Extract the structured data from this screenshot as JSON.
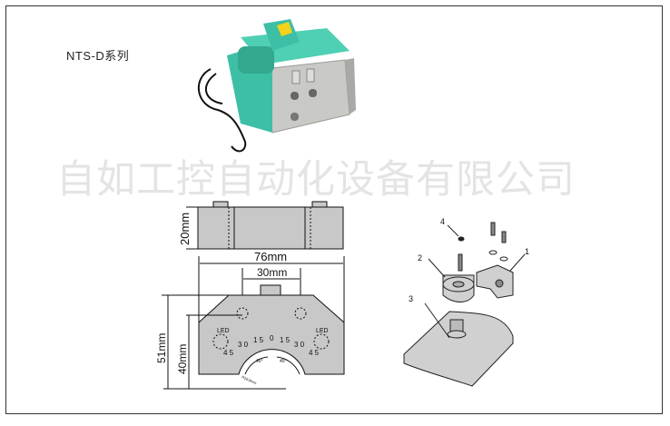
{
  "title": "NTS-D系列",
  "watermark": "自如工控自动化设备有限公司",
  "dimensions": {
    "height_top": "20mm",
    "width": "76mm",
    "hole_spacing": "30mm",
    "height_total": "51mm",
    "height_hole": "40mm",
    "led_left": "LED",
    "led_right": "LED",
    "scale": [
      "4 5",
      "3 0",
      "1 5",
      "0",
      "1 5",
      "3 0",
      "4 5"
    ],
    "angle_left": "45°",
    "angle_right": "45°",
    "radius": "R19.8mm"
  },
  "parts": [
    "1",
    "2",
    "3",
    "4"
  ],
  "colors": {
    "body_green": "#3dbfa6",
    "plate_gray": "#c8c8c8",
    "cam_yellow": "#f2d21a"
  }
}
